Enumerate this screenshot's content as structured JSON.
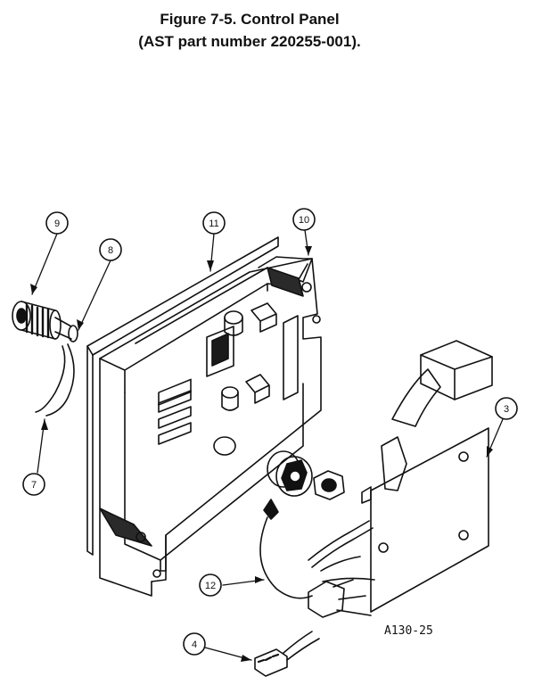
{
  "figure": {
    "title_line1": "Figure 7-5. Control Panel",
    "title_line2": "(AST part number 220255-001)."
  },
  "callouts": [
    {
      "id": "9",
      "label": "9"
    },
    {
      "id": "8",
      "label": "8"
    },
    {
      "id": "11",
      "label": "11"
    },
    {
      "id": "10",
      "label": "10"
    },
    {
      "id": "3",
      "label": "3"
    },
    {
      "id": "7",
      "label": "7"
    },
    {
      "id": "12",
      "label": "12"
    },
    {
      "id": "4",
      "label": "4"
    }
  ],
  "reference_code": "A130-25"
}
